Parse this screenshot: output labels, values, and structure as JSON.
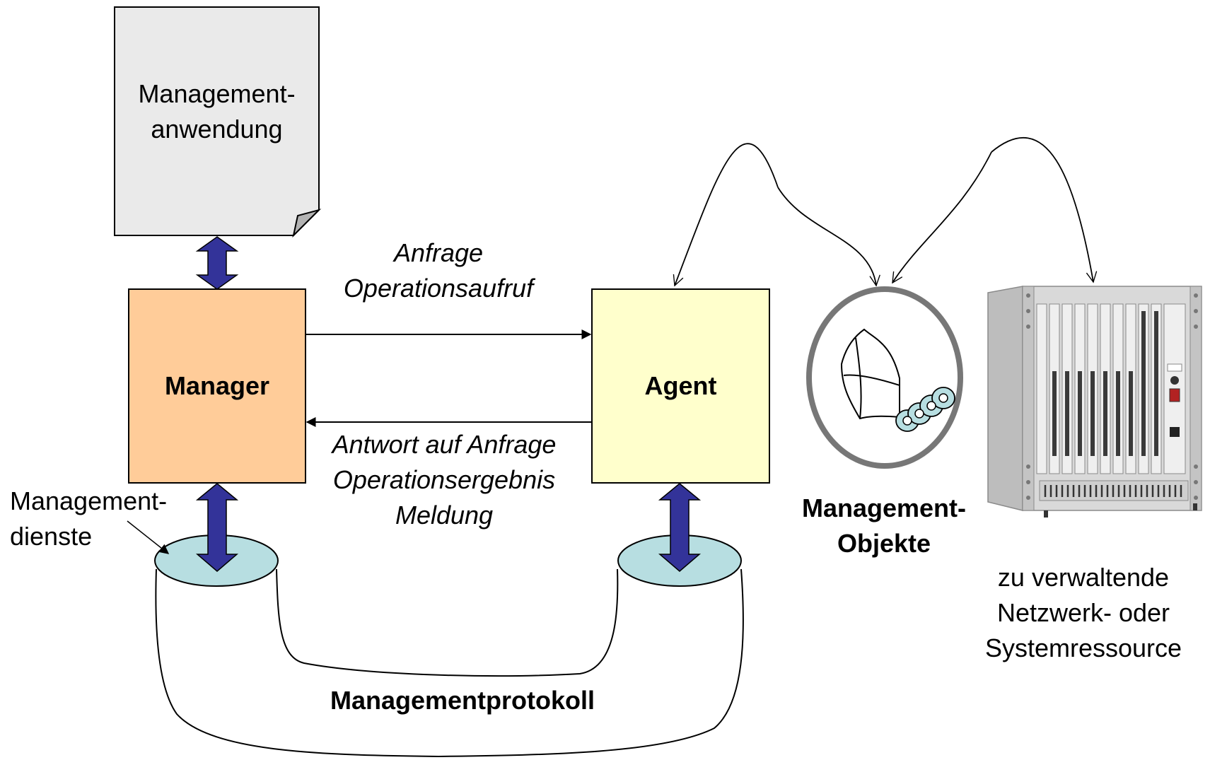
{
  "nodes": {
    "application": {
      "line1": "Management-",
      "line2": "anwendung"
    },
    "manager": {
      "label": "Manager"
    },
    "agent": {
      "label": "Agent"
    },
    "managed_objects": {
      "line1": "Management-",
      "line2": "Objekte"
    },
    "resource": {
      "line1": "zu verwaltende",
      "line2": "Netzwerk- oder",
      "line3": "Systemressource"
    },
    "services": {
      "line1": "Management-",
      "line2": "dienste"
    },
    "protocol": {
      "label": "Managementprotokoll"
    }
  },
  "edges": {
    "request": {
      "line1": "Anfrage",
      "line2": "Operationsaufruf"
    },
    "response": {
      "line1": "Antwort auf Anfrage",
      "line2": "Operationsergebnis",
      "line3": "Meldung"
    }
  },
  "colors": {
    "manager_fill": "#FFCC99",
    "agent_fill": "#FFFFCC",
    "application_fill": "#EAEAEA",
    "arrow_fill": "#333399",
    "disc_fill": "#B7DEE1",
    "object_ring": "#777777",
    "rack_fill": "#D9D9D9"
  }
}
